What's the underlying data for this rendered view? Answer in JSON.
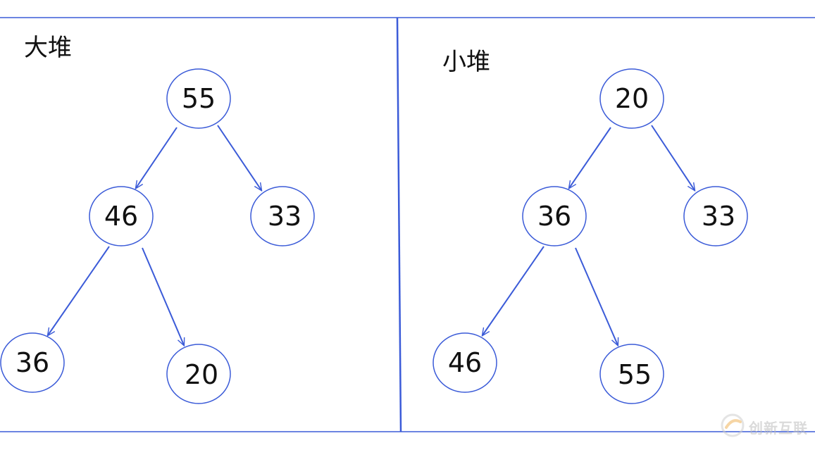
{
  "left_panel": {
    "title": "大堆",
    "nodes": [
      {
        "id": "n1",
        "label": "55"
      },
      {
        "id": "n2",
        "label": "46"
      },
      {
        "id": "n3",
        "label": "33"
      },
      {
        "id": "n4",
        "label": "36"
      },
      {
        "id": "n5",
        "label": "20"
      }
    ],
    "edges": [
      [
        "n1",
        "n2"
      ],
      [
        "n1",
        "n3"
      ],
      [
        "n2",
        "n4"
      ],
      [
        "n2",
        "n5"
      ]
    ]
  },
  "right_panel": {
    "title": "小堆",
    "nodes": [
      {
        "id": "m1",
        "label": "20"
      },
      {
        "id": "m2",
        "label": "36"
      },
      {
        "id": "m3",
        "label": "33"
      },
      {
        "id": "m4",
        "label": "46"
      },
      {
        "id": "m5",
        "label": "55"
      }
    ],
    "edges": [
      [
        "m1",
        "m2"
      ],
      [
        "m1",
        "m3"
      ],
      [
        "m2",
        "m4"
      ],
      [
        "m2",
        "m5"
      ]
    ]
  },
  "watermark": {
    "text": "创新互联",
    "icon": "brand-swirl-icon"
  },
  "colors": {
    "line": "#3b5bd8",
    "node_stroke": "#3b5bd8",
    "text": "#111111",
    "watermark": "#bdbdbd"
  }
}
